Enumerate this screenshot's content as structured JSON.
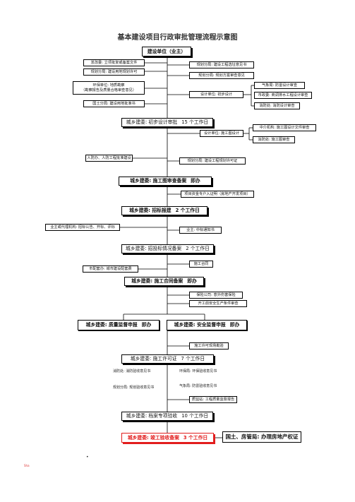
{
  "title": "基本建设项目行政审批管理流程示意图",
  "nodes": {
    "start": "建设单位（业主）",
    "left1": "发改委: 立项批复或备案文件",
    "left2": "规划分局: 建设用地规划许可",
    "left3a": "环保单位: 地质勘察",
    "left3b": "（勘察报告及质量合格审查意见）",
    "left4": "国土分局: 建设用地批准书",
    "right1": "规划分局: 建设工程选址意见书",
    "right2": "规划分局: 规划方案审查意见",
    "design_init": "设计单位: 初步设计",
    "qx": "气象局: 防雷设计审查",
    "sz": "市政委: 商调排水工程设计审查",
    "xf": "消防处: 消防设计审查",
    "step1": "城乡建委: 初步设计审批",
    "step1_days": "15 个工作日",
    "design_draw": "设计单位: 施工图设计",
    "zj": "中介机构: 施工图设计文件审查",
    "xf2": "消防处: 施工图审查",
    "rf": "人防办、人防工程批准建设",
    "ghxk": "规划分局: 建设工程规划许可证",
    "step2": "城乡建委: 施工图审查备案",
    "step2_days": "即办",
    "xm_note": "项目资金专户入证明（房地产开发项目）",
    "step3": "城乡建委: 招标报建",
    "step3_days": "2 个工作日",
    "agency": "业主或代理机构: 招标公告、开标、评标",
    "zbtz": "业主: 中标通知书",
    "step4": "城乡建委: 招投标情况备案",
    "step4_days": "2 个工作日",
    "sght": "施工合同",
    "rf2": "市配套办: 城市建设配套费",
    "step5": "城乡建委: 施工合同备案",
    "step5_days": "即办",
    "bx": "保险公司: 意外伤害保险",
    "aq": "开工前安全生产条件审查",
    "step6a": "城乡建委: 质量监督申报",
    "step6a_days": "即办",
    "step6b": "城乡建委: 安全监督申报",
    "step6b_days": "即办",
    "xkzl": "施工许可现场勘验",
    "step7": "城乡建委: 施工许可证",
    "step7_days": "7 个工作日",
    "n1": "消防处: 消防验收意见书",
    "n2": "环保局: 环保验收意见书",
    "n3": "规划分局: 规划验收意见书",
    "n4": "气象局: 防雷验收意见书",
    "zj2": "质监站: 工程质量监督报告",
    "step8": "城乡建委: 档案专项验收",
    "step8_days": "10 个工作日",
    "step9": "城乡建委: 竣工验收备案",
    "step9_days": "3 个工作日",
    "final": "国土、房管局: 办理房地产权证",
    "mark_dot": "•",
    "mark_tiny": "Sha"
  },
  "colors": {
    "accent_red": "#e21d1d",
    "line": "#000000"
  }
}
